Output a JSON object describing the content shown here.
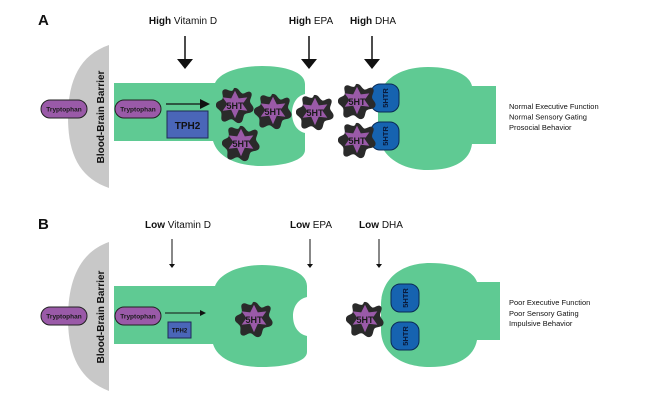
{
  "colors": {
    "neuron": "#5fca93",
    "barrier": "#c8c8c8",
    "tryptophan": "#9a5aa8",
    "serotonin": "#9a5aa8",
    "serotonin_outline": "#2a2a2a",
    "tph2": "#4a66b8",
    "receptor": "#1663b0"
  },
  "panels": [
    {
      "letter": "A",
      "barrier_label": "Blood-Brain Barrier",
      "tryptophan_outside": "Tryptophan",
      "tryptophan_inside": "Tryptophan",
      "enzyme": "TPH2",
      "serotonin_label": "5HT",
      "receptor_label": "5HTR",
      "nutrients": [
        {
          "level": "High",
          "name": "Vitamin D"
        },
        {
          "level": "High",
          "name": "EPA"
        },
        {
          "level": "High",
          "name": "DHA"
        }
      ],
      "outcomes": [
        "Normal Executive Function",
        "Normal Sensory Gating",
        "Prosocial Behavior"
      ]
    },
    {
      "letter": "B",
      "barrier_label": "Blood-Brain Barrier",
      "tryptophan_outside": "Tryptophan",
      "tryptophan_inside": "Tryptophan",
      "enzyme": "TPH2",
      "serotonin_label": "5HT",
      "receptor_label": "5HTR",
      "nutrients": [
        {
          "level": "Low",
          "name": "Vitamin D"
        },
        {
          "level": "Low",
          "name": "EPA"
        },
        {
          "level": "Low",
          "name": "DHA"
        }
      ],
      "outcomes": [
        "Poor Executive Function",
        "Poor Sensory Gating",
        "Impulsive Behavior"
      ]
    }
  ]
}
